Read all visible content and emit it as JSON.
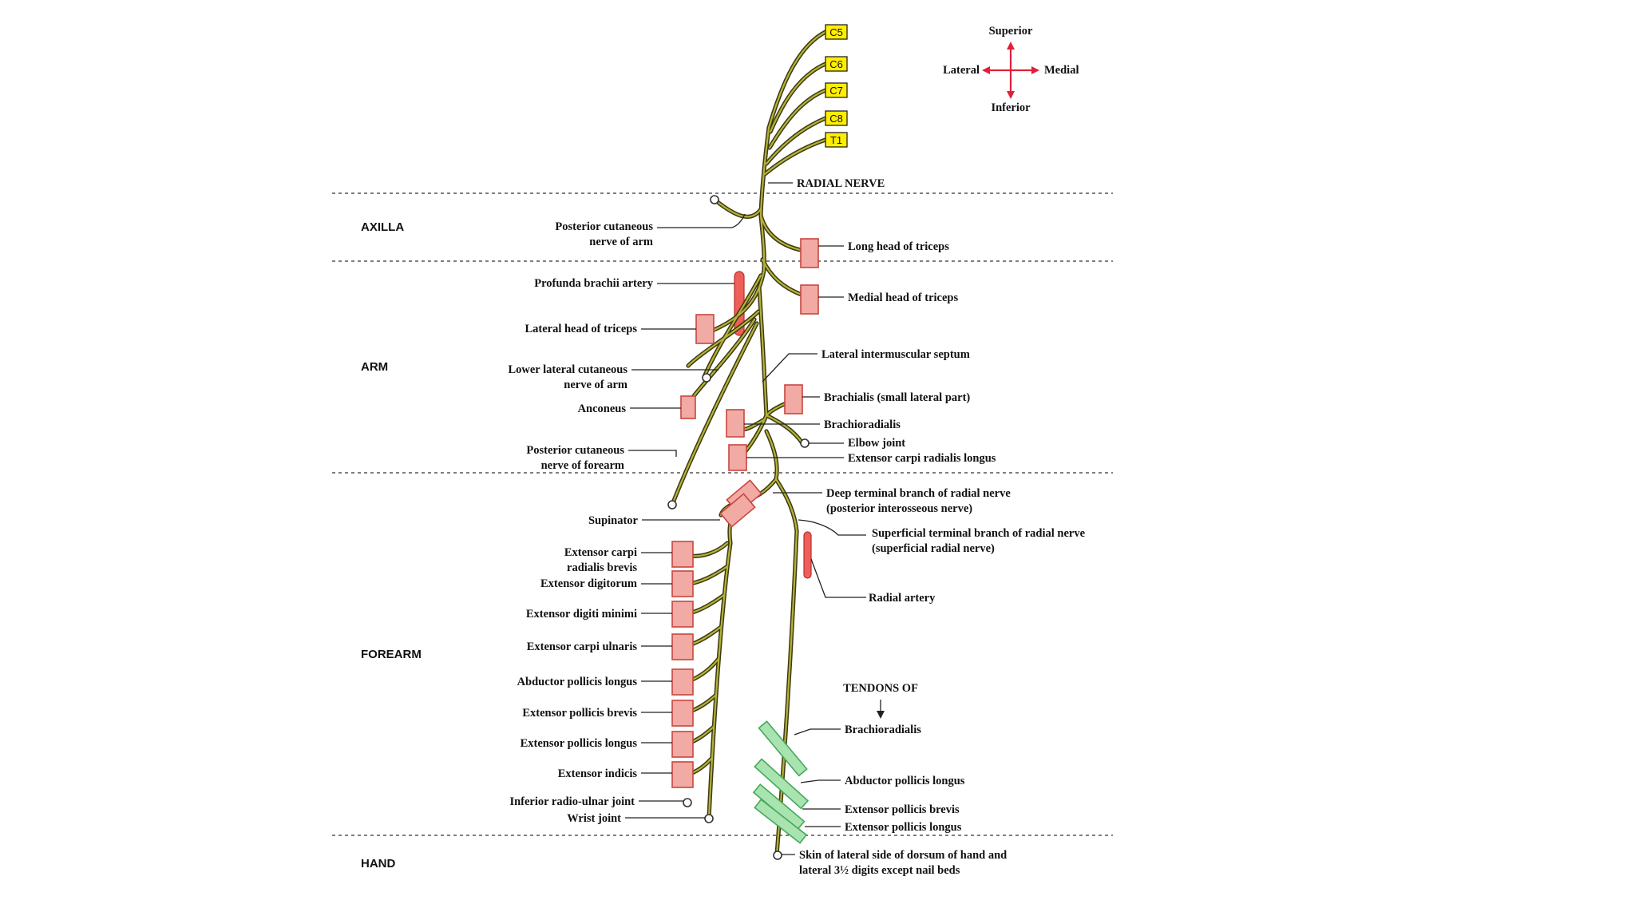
{
  "compass": {
    "superior": "Superior",
    "inferior": "Inferior",
    "lateral": "Lateral",
    "medial": "Medial",
    "color": "#e0203a"
  },
  "roots": [
    "C5",
    "C6",
    "C7",
    "C8",
    "T1"
  ],
  "regions": {
    "axilla": "AXILLA",
    "arm": "ARM",
    "forearm": "FOREARM",
    "hand": "HAND"
  },
  "labels": {
    "radial_nerve": "RADIAL NERVE",
    "posterior_cutaneous_arm_1": "Posterior cutaneous",
    "posterior_cutaneous_arm_2": "nerve of arm",
    "long_head_triceps": "Long head of triceps",
    "profunda_brachii": "Profunda brachii artery",
    "medial_head_triceps": "Medial head of triceps",
    "lateral_head_triceps": "Lateral head of triceps",
    "lateral_intermuscular_septum": "Lateral intermuscular septum",
    "lower_lateral_cutaneous_1": "Lower lateral cutaneous",
    "lower_lateral_cutaneous_2": "nerve of arm",
    "brachialis": "Brachialis (small lateral part)",
    "anconeus": "Anconeus",
    "brachioradialis": "Brachioradialis",
    "elbow_joint": "Elbow joint",
    "posterior_cutaneous_forearm_1": "Posterior cutaneous",
    "posterior_cutaneous_forearm_2": "nerve of forearm",
    "ecrl": "Extensor carpi radialis longus",
    "deep_terminal_1": "Deep terminal branch of radial nerve",
    "deep_terminal_2": "(posterior interosseous nerve)",
    "supinator": "Supinator",
    "superficial_terminal_1": "Superficial terminal branch of radial nerve",
    "superficial_terminal_2": "(superficial radial nerve)",
    "ecrb_1": "Extensor carpi",
    "ecrb_2": "radialis brevis",
    "extensor_digitorum": "Extensor digitorum",
    "radial_artery": "Radial artery",
    "edm": "Extensor digiti minimi",
    "ecu": "Extensor carpi ulnaris",
    "apl": "Abductor pollicis longus",
    "epb": "Extensor pollicis brevis",
    "epl": "Extensor pollicis longus",
    "extensor_indicis": "Extensor indicis",
    "inferior_radio_ulnar": "Inferior radio-ulnar joint",
    "wrist_joint": "Wrist joint",
    "tendons_of": "TENDONS OF",
    "t_brachioradialis": "Brachioradialis",
    "t_apl": "Abductor pollicis longus",
    "t_epb": "Extensor pollicis brevis",
    "t_epl": "Extensor pollicis longus",
    "skin_1": "Skin of lateral side of dorsum of hand and",
    "skin_2": "lateral 3½ digits except nail beds"
  },
  "colors": {
    "nerve_outline": "#3c3a10",
    "nerve_fill": "#b5b23a",
    "muscle": "#f1aaa4",
    "tendon": "#a8e3b0",
    "artery": "#ee5f59",
    "root_box": "#ffee00"
  }
}
